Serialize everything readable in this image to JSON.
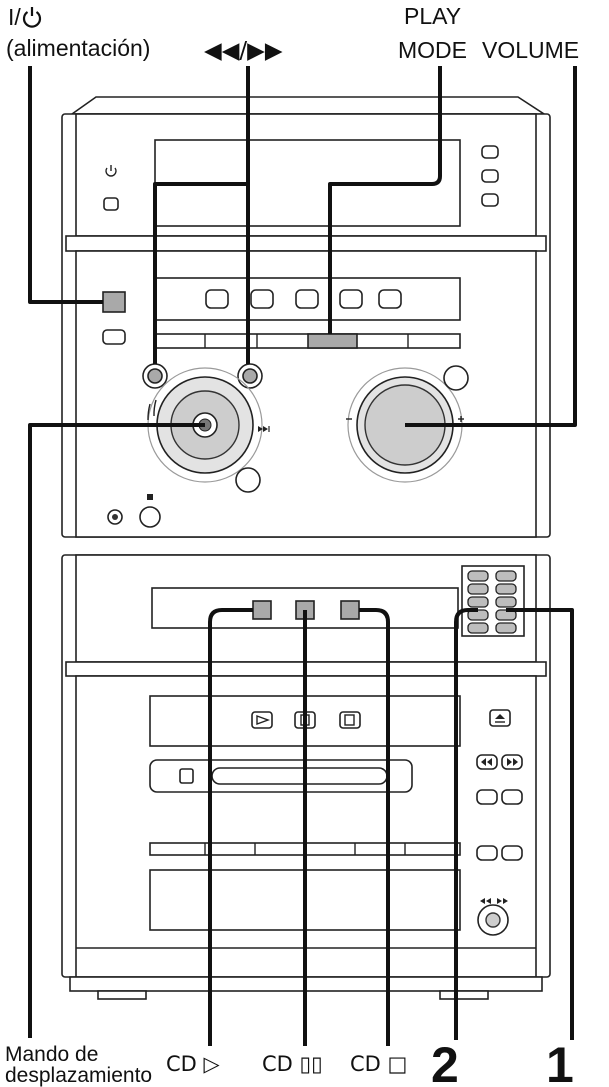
{
  "figure": {
    "callouts": {
      "power": {
        "label": "I/",
        "icon": "power-icon",
        "sublabel": "(alimentación)"
      },
      "skip": {
        "label": "◀◀/▶▶"
      },
      "play_mode": {
        "line1": "PLAY",
        "line2": "MODE"
      },
      "volume": {
        "label": "VOLUME"
      },
      "jog": {
        "line1": "Mando de",
        "line2": "desplazamiento"
      },
      "cd_play": {
        "label": "CD ▷"
      },
      "cd_pause": {
        "label": "CD ▯▯"
      },
      "cd_stop": {
        "label": "CD □"
      },
      "step_2": {
        "label": "2"
      },
      "step_1": {
        "label": "1"
      }
    },
    "device_icons": [
      "power-icon",
      "play-icon",
      "pause-icon",
      "stop-icon",
      "eject-icon",
      "rewind-icon",
      "fast-forward-icon"
    ],
    "colors": {
      "line": "#111111",
      "highlight": "#a9a9a9",
      "panel": "#ffffff",
      "knob": "#e3e3e3",
      "knob_inner": "#cdcdcd"
    }
  }
}
